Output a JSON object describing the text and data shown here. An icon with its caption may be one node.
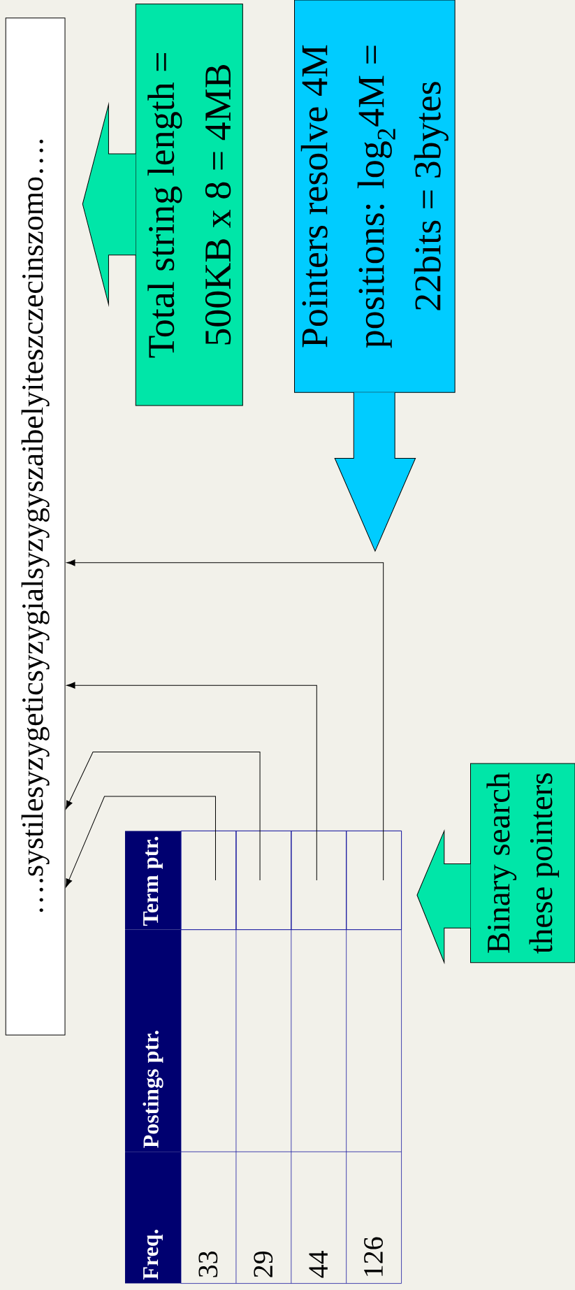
{
  "diagram": {
    "nodes": [
      {
        "text": [
          "….systilesyzygeticsyzygialsyzygyszaibelyiteszczecinszomo…."
        ]
      },
      {
        "text": [
          "Total string length = 500KB x 8 = 4MB"
        ]
      },
      {
        "text": [
          "Pointers resolve 4M positions: log$_{2}$4M = 22bits = 3bytes"
        ]
      },
      {
        "text": [
          "Binary search these pointers"
        ]
      },
      {
        "text": [],
        "shape": "box"
      },
      {
        "text": [],
        "shape": "box"
      },
      {
        "text": [],
        "shape": "box"
      },
      {
        "text": [],
        "shape": "box"
      }
    ],
    "edges": [
      {
        "from": 4,
        "to": 0,
        "arrow": "to"
      },
      {
        "from": 5,
        "to": 0,
        "arrow": "to"
      },
      {
        "from": 6,
        "to": 0,
        "arrow": "to"
      },
      {
        "from": 7,
        "to": 0,
        "arrow": "to"
      },
      {
        "from": 1,
        "to": 0,
        "arrow": "to",
        "style": "thick",
        "color": "#00e6a8"
      },
      {
        "from": 2,
        "to": null,
        "arrow": "to",
        "style": "thick",
        "color": "#00ccff"
      },
      {
        "from": 3,
        "to": null,
        "arrow": "to",
        "style": "thick",
        "color": "#00e6a8"
      }
    ],
    "labels": [
      "Freq.",
      "Postings ptr.",
      "Term ptr.",
      "33",
      "29",
      "44",
      "126"
    ]
  }
}
